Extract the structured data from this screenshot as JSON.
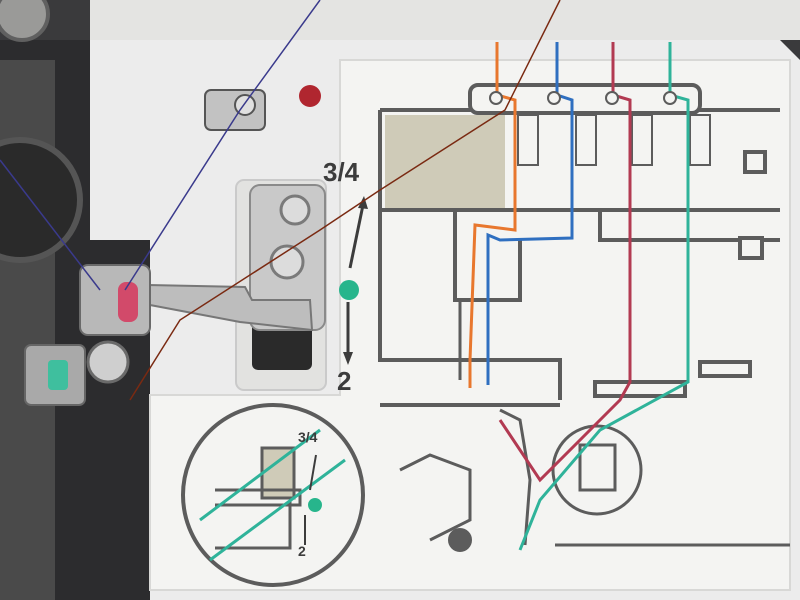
{
  "panel": {
    "label_upper_position": "3/4",
    "label_lower_position": "2"
  },
  "inset": {
    "label_upper_position": "3/4",
    "label_lower_position": "2"
  },
  "colors": {
    "housing": "#ececec",
    "panel": "#f4f4f2",
    "diagram_line": "#5c5c5c",
    "diagram_fill": "#cfcbb8",
    "thread_orange": "#e8772e",
    "thread_blue": "#2f6fc0",
    "thread_red": "#b23a52",
    "thread_green": "#2fb39a",
    "red_dot": "#b0262f",
    "green_dot": "#27b58c",
    "real_thread_blue": "#3a3a8c",
    "real_thread_brown": "#7a2a12"
  },
  "icons": [
    "red-dot-icon",
    "green-dot-icon",
    "arrow-up-icon",
    "arrow-down-icon"
  ]
}
